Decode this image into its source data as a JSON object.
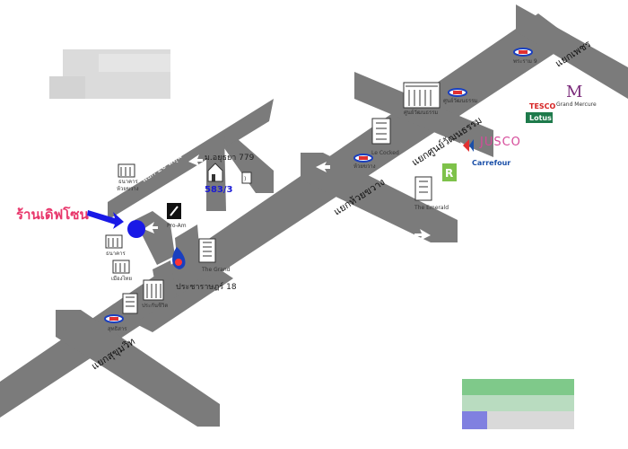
{
  "shop_name": "ร้านเดิฟโซน",
  "roads": {
    "sukhumvit_junction": "แยกสุขุมวิท",
    "phetchaburi_junction": "แยกเพชร",
    "rama9_junction": "แยกศูนย์วัฒนธรรม",
    "huai_khwang_junction": "แยกห้วยขวาง",
    "soi_20": "แยก 20 มิถุน",
    "soi_18": "ประชาราษฎร์ 18",
    "soi_779": "ม.อยุธยา 779"
  },
  "house_number": "583/3",
  "places": {
    "pro_am": "Pro-Am",
    "the_grand": "The Grand",
    "le_cocked": "Le Cocked",
    "the_emerald": "The Emerald",
    "carrefour": "Carrefour",
    "jusco": "JUSCO",
    "tesco_top": "TESCO",
    "tesco_bottom": "Lotus",
    "grand_mercure": "Grand Mercure",
    "cultural_centre": "ศูนย์วัฒนธรรม",
    "siam_bank": "ธนาคาร",
    "bank_1": "ห้วยขวาง",
    "bank_2": "ธนาคาร",
    "bank_3": "เมืองไทย",
    "bank_4": "ประกันชีวิต"
  },
  "mrt": {
    "rama9": "พระราม 9",
    "cultural_centre": "ศูนย์วัฒนธรรม",
    "huai_khwang": "ห้วยขวาง",
    "sukhumvit": "สุทธิสาร"
  },
  "colors": {
    "road": "#7b7b7b",
    "shop_label": "#e8366b",
    "shop_marker": "#1919e6",
    "pointer": "#1919e6",
    "ptt": "#1a3fbf",
    "carrefour": "#1a4fa8",
    "jusco": "#d64b9a",
    "tesco": "#1e7a4b",
    "mercure": "#7a2a7a"
  }
}
